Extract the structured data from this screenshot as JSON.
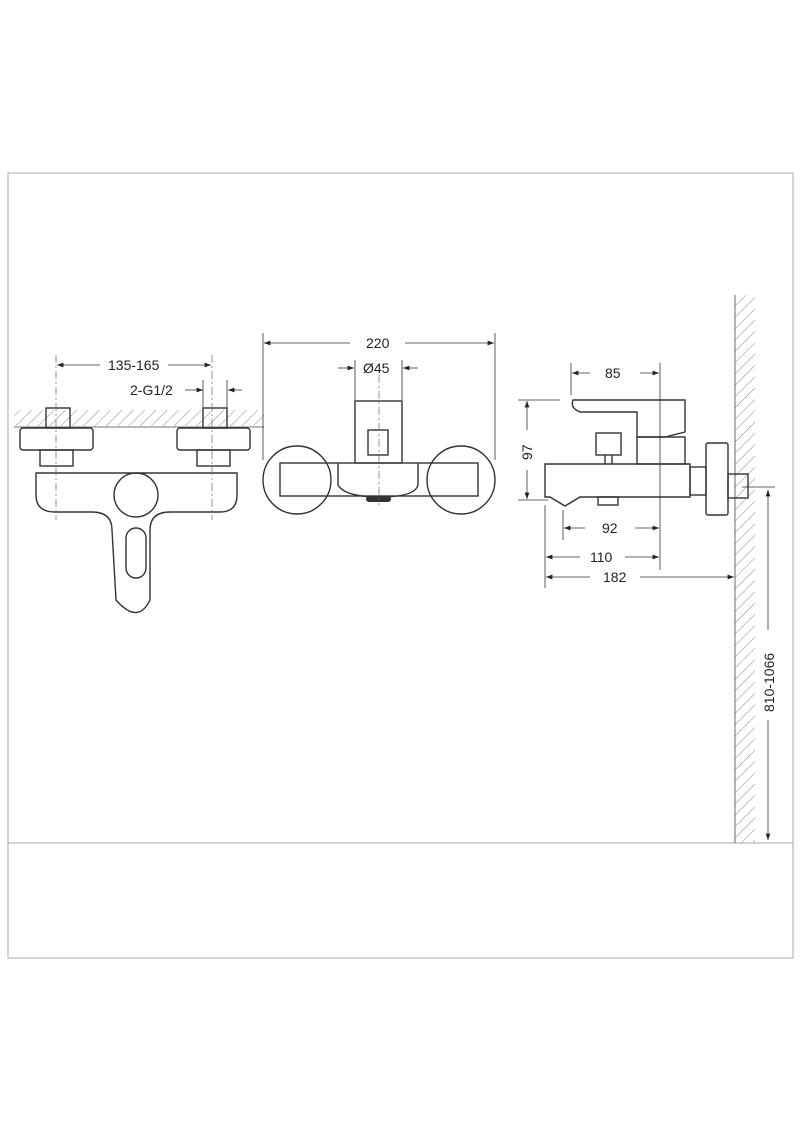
{
  "drawing": {
    "front_view": {
      "inlet_spacing_label": "135-165",
      "thread_label": "2-G1/2"
    },
    "top_view": {
      "width_label": "220",
      "cartridge_label": "Ø45"
    },
    "side_view": {
      "lever_depth_label": "85",
      "height_label": "97",
      "spout_label_1": "92",
      "spout_label_2": "110",
      "total_depth_label": "182",
      "mount_height_label": "810-1066"
    }
  }
}
